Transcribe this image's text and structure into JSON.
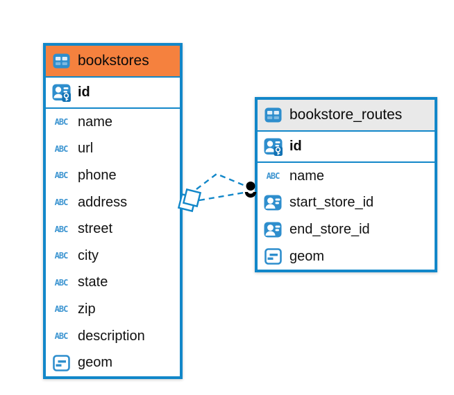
{
  "diagram": {
    "tables": [
      {
        "name": "bookstores",
        "header_style": "orange",
        "primary_key": {
          "label": "id",
          "type": "primary-key"
        },
        "columns": [
          {
            "label": "name",
            "type": "text"
          },
          {
            "label": "url",
            "type": "text"
          },
          {
            "label": "phone",
            "type": "text"
          },
          {
            "label": "address",
            "type": "text"
          },
          {
            "label": "street",
            "type": "text"
          },
          {
            "label": "city",
            "type": "text"
          },
          {
            "label": "state",
            "type": "text"
          },
          {
            "label": "zip",
            "type": "text"
          },
          {
            "label": "description",
            "type": "text"
          },
          {
            "label": "geom",
            "type": "geometry"
          }
        ]
      },
      {
        "name": "bookstore_routes",
        "header_style": "gray",
        "primary_key": {
          "label": "id",
          "type": "primary-key"
        },
        "columns": [
          {
            "label": "name",
            "type": "text"
          },
          {
            "label": "start_store_id",
            "type": "foreign-key"
          },
          {
            "label": "end_store_id",
            "type": "foreign-key"
          },
          {
            "label": "geom",
            "type": "geometry"
          }
        ]
      }
    ],
    "relationship": {
      "from_table": "bookstores",
      "to_table": "bookstore_routes",
      "line_style": "dashed",
      "line_count": 2,
      "from_marker": "stacked-squares",
      "to_marker": "dot-crescent"
    },
    "icons": {
      "text_type_glyph": "ABC"
    },
    "colors": {
      "accent_blue": "#1287c9",
      "icon_blue": "#2e8ecd",
      "text_icon_blue": "#3d95d1",
      "orange_header": "#f5813e",
      "gray_header": "#e9e9e9",
      "marker_black": "#000000",
      "row_background": "#ffffff",
      "text_color": "#111111"
    }
  }
}
